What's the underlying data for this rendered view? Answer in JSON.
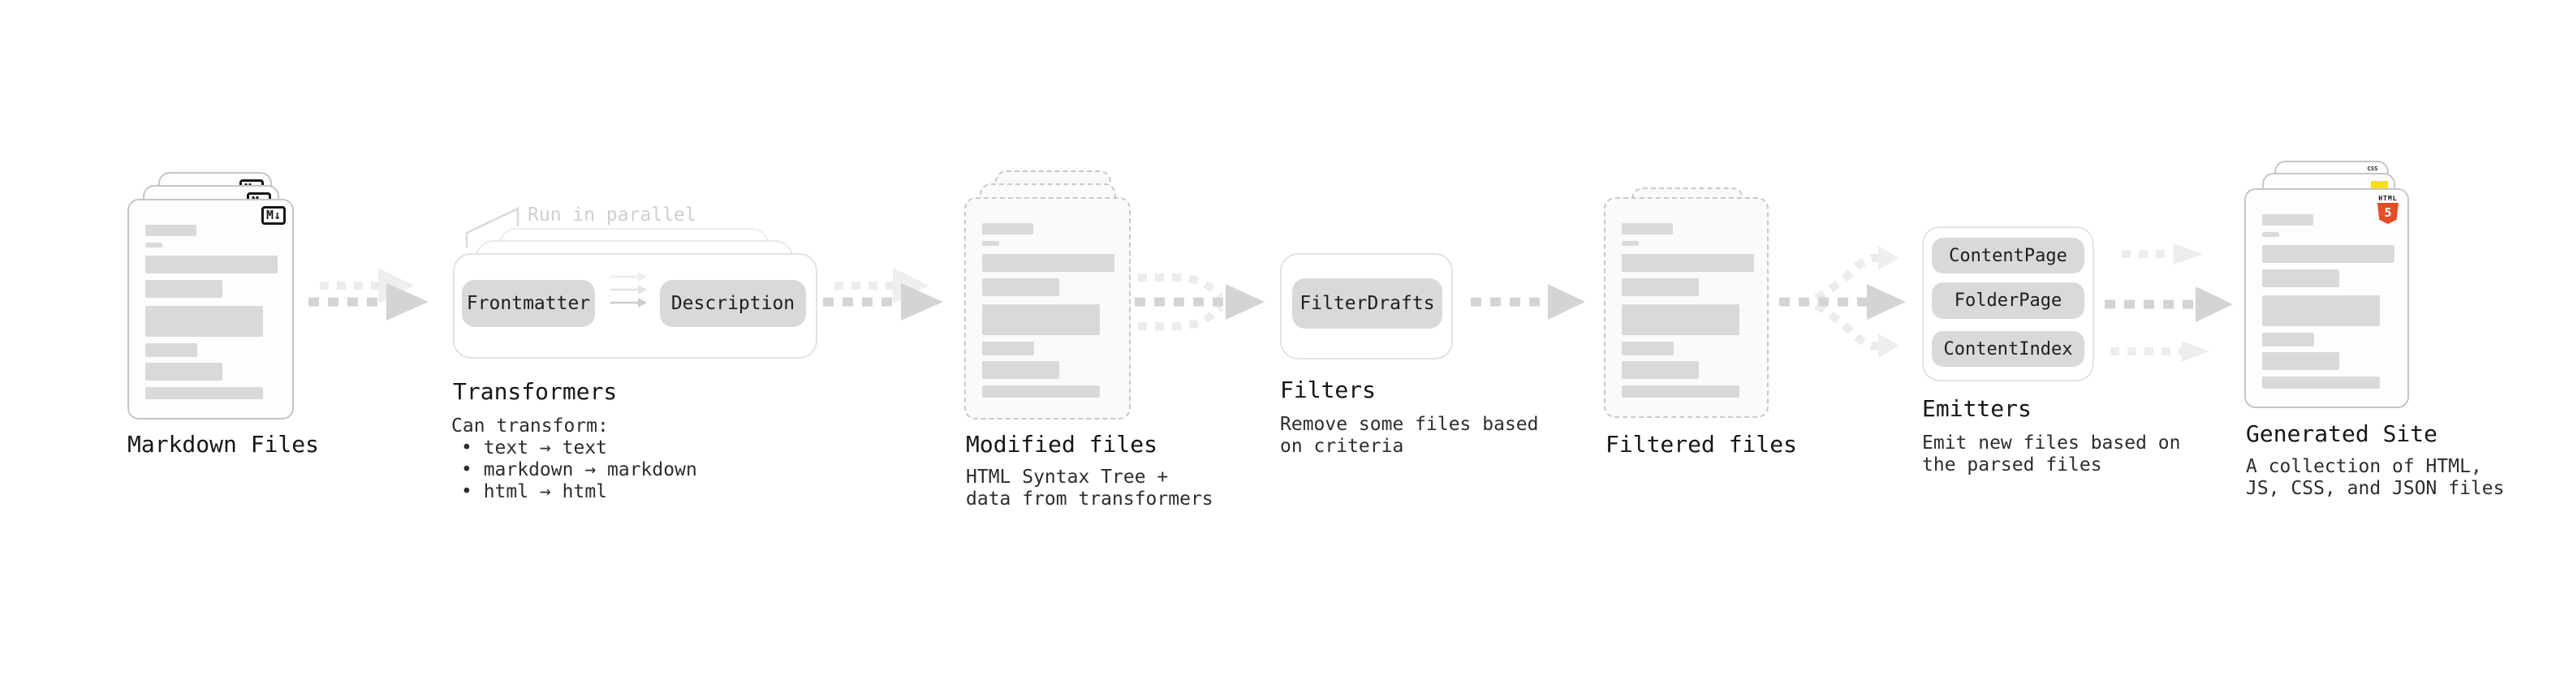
{
  "palette": {
    "page_border": "#c4c7c7",
    "pill_fill": "#d9d9d9",
    "arrow_dark": "#d4d4d4",
    "arrow_light": "#ececec",
    "html5_orange": "#e44d26",
    "js_yellow": "#f5de19",
    "css_blue": "#2a6df4"
  },
  "stages": {
    "markdown": {
      "label": "Markdown Files",
      "badge": "M↓"
    },
    "transformers": {
      "annotation": "Run in parallel",
      "pill_left": "Frontmatter",
      "pill_right": "Description",
      "title": "Transformers",
      "desc_heading": "Can transform:",
      "bullets": [
        "• text → text",
        "• markdown → markdown",
        "• html → html"
      ]
    },
    "modified": {
      "title": "Modified files",
      "subtitle": "HTML Syntax Tree +\ndata from transformers"
    },
    "filters": {
      "pill": "FilterDrafts",
      "title": "Filters",
      "subtitle": "Remove some files based\non criteria"
    },
    "filtered": {
      "title": "Filtered files"
    },
    "emitters": {
      "pills": [
        "ContentPage",
        "FolderPage",
        "ContentIndex"
      ],
      "title": "Emitters",
      "subtitle": "Emit new files based on\nthe parsed files"
    },
    "generated": {
      "title": "Generated Site",
      "subtitle": "A collection of HTML,\nJS, CSS, and JSON files",
      "badge_html_label": "HTML",
      "badge_html_number": "5",
      "badge_css": "CSS"
    }
  }
}
